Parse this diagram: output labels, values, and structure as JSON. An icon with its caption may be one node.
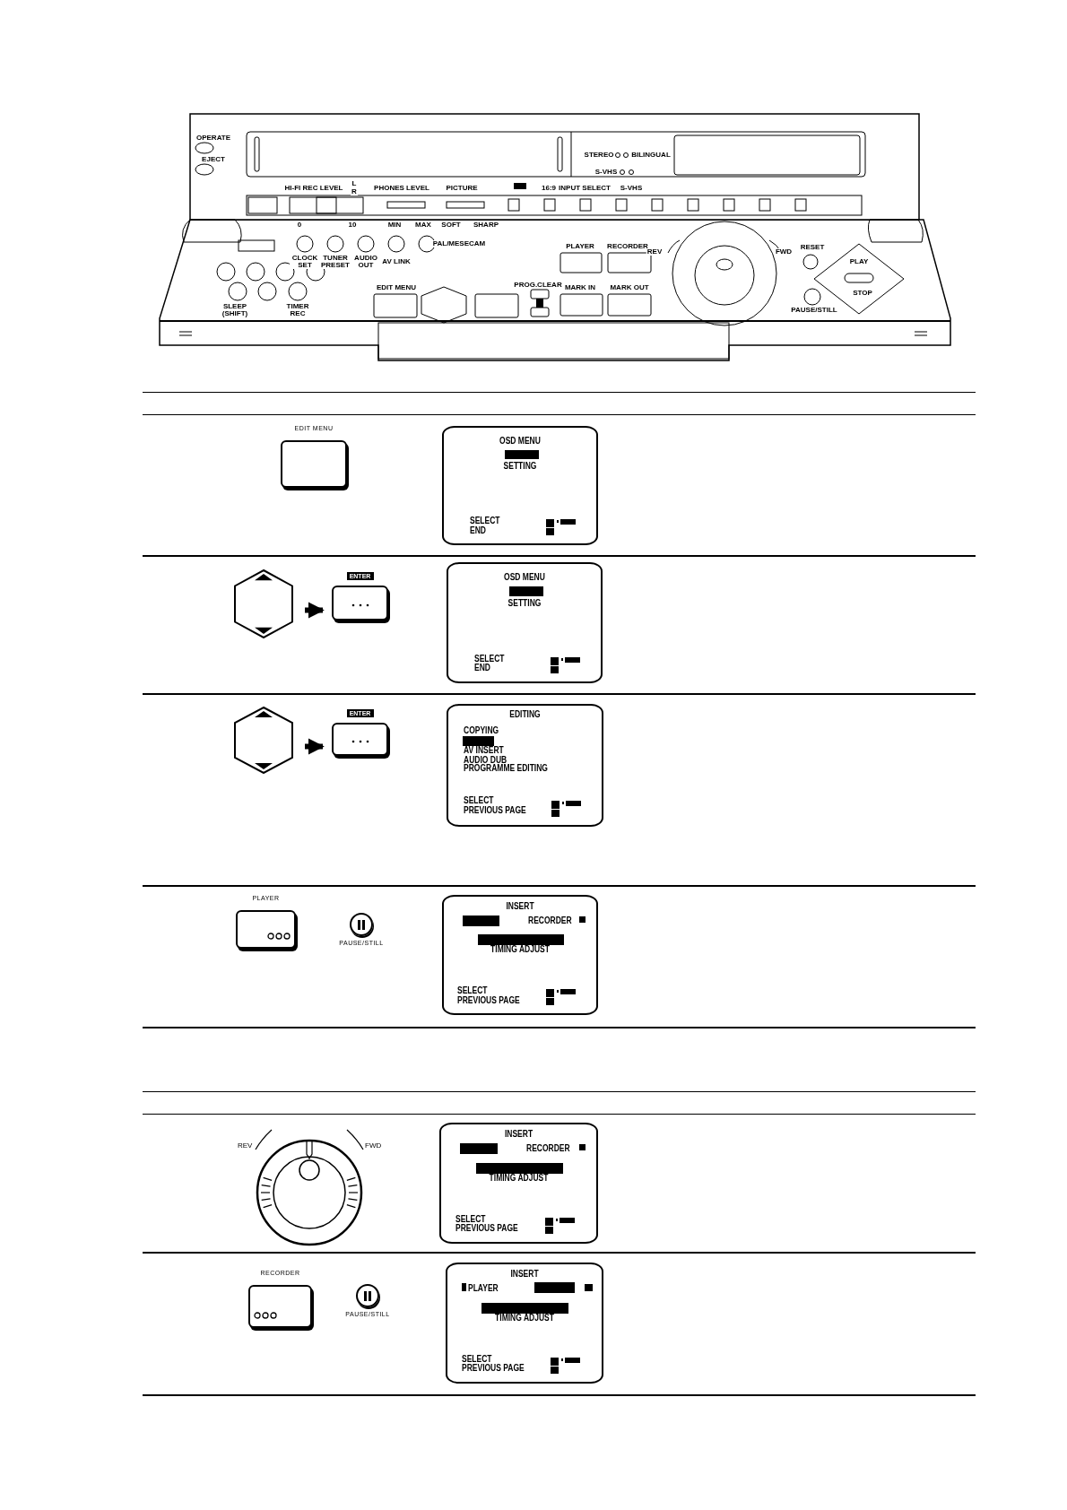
{
  "diagram": {
    "nodes": [
      {
        "text": [
          "EDIT MENU"
        ]
      },
      {
        "text": [
          "OSD MENU",
          "SETTING",
          "SELECT",
          "END"
        ]
      },
      {
        "text": [],
        "shape": "hexagon"
      },
      {
        "text": [
          "ENTER"
        ]
      },
      {
        "text": [
          "OSD MENU",
          "SETTING",
          "SELECT",
          "END"
        ]
      },
      {
        "text": [],
        "shape": "hexagon"
      },
      {
        "text": [
          "ENTER"
        ]
      },
      {
        "text": [
          "EDITING",
          "COPYING",
          "AV INSERT",
          "AUDIO DUB",
          "PROGRAMME EDITING",
          "SELECT",
          "PREVIOUS PAGE"
        ]
      },
      {
        "text": [
          "PLAYER"
        ]
      },
      {
        "text": [
          "PAUSE/STILL"
        ]
      },
      {
        "text": [
          "INSERT",
          "RECORDER",
          "TIMING ADJUST",
          "SELECT",
          "PREVIOUS PAGE"
        ]
      },
      {
        "text": [
          "REV",
          "FWD"
        ]
      },
      {
        "text": [
          "INSERT",
          "RECORDER",
          "TIMING ADJUST",
          "SELECT",
          "PREVIOUS PAGE"
        ]
      },
      {
        "text": [
          "RECORDER"
        ]
      },
      {
        "text": [
          "PAUSE/STILL"
        ]
      },
      {
        "text": [
          "INSERT",
          "PLAYER",
          "TIMING ADJUST",
          "SELECT",
          "PREVIOUS PAGE"
        ]
      }
    ],
    "edges": [
      {
        "from": 2,
        "to": 3,
        "arrow": "to"
      },
      {
        "from": 5,
        "to": 6,
        "arrow": "to"
      }
    ],
    "labels": [
      "OPERATE",
      "EJECT",
      "STEREO",
      "BILINGUAL",
      "S-VHS",
      "HI-FI REC LEVEL",
      "L",
      "R",
      "PHONES LEVEL",
      "PICTURE",
      "16:9",
      "INPUT SELECT",
      "S-VHS",
      "0",
      "10",
      "MIN",
      "MAX",
      "SOFT",
      "SHARP",
      "CLOCK SET",
      "TUNER PRESET",
      "AUDIO OUT",
      "AV LINK",
      "PAL/MESECAM",
      "SLEEP (SHIFT)",
      "TIMER REC",
      "EDIT MENU",
      "PROG.CLEAR",
      "PLAYER",
      "RECORDER",
      "REV",
      "FWD",
      "RESET",
      "MARK IN",
      "MARK OUT",
      "PLAY",
      "STOP",
      "PAUSE/STILL"
    ]
  }
}
